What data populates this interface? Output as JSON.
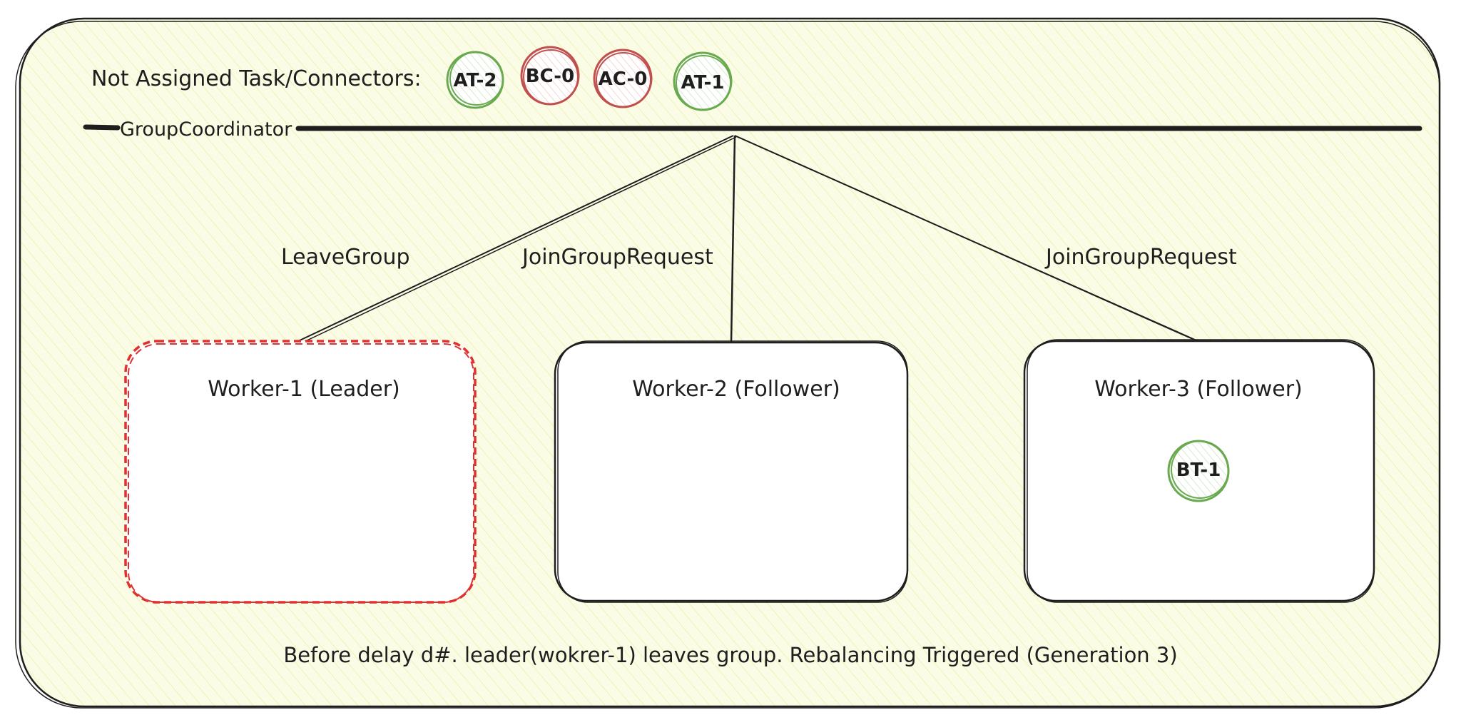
{
  "diagram": {
    "header_label": "Not Assigned Task/Connectors:",
    "unassigned": [
      {
        "label": "AT-2",
        "color": "#6aaa4f"
      },
      {
        "label": "BC-0",
        "color": "#c0504d"
      },
      {
        "label": "AC-0",
        "color": "#c0504d"
      },
      {
        "label": "AT-1",
        "color": "#6aaa4f"
      }
    ],
    "coordinator_label": "GroupCoordinator",
    "edge_labels": {
      "leave": "LeaveGroup",
      "join_w2": "JoinGroupRequest",
      "join_w3": "JoinGroupRequest"
    },
    "workers": [
      {
        "title": "Worker-1 (Leader)",
        "status": "leaving",
        "border_color": "#e03131"
      },
      {
        "title": "Worker-2 (Follower)",
        "status": "joined",
        "border_color": "#1e1e1e"
      },
      {
        "title": "Worker-3 (Follower)",
        "status": "joined",
        "border_color": "#1e1e1e"
      }
    ],
    "worker3_task": {
      "label": "BT-1",
      "color": "#6aaa4f"
    },
    "caption": "Before delay d#. leader(wokrer-1) leaves group. Rebalancing Triggered (Generation 3)",
    "colors": {
      "frame_fill": "#fbfce6",
      "hatch": "#eef2b8",
      "stroke": "#1e1e1e",
      "leader_dashed": "#e03131",
      "green_chip": "#6aaa4f",
      "red_chip": "#c0504d"
    }
  }
}
